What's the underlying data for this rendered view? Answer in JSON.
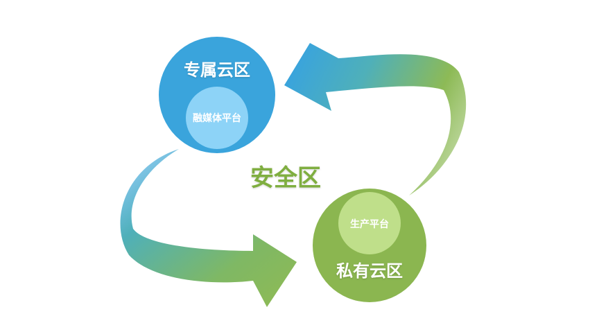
{
  "diagram": {
    "center_label": "安全区",
    "nodes": {
      "dedicated_cloud": {
        "label": "专属云区",
        "inner_label": "融媒体平台"
      },
      "private_cloud": {
        "label": "私有云区",
        "inner_label": "生产平台"
      }
    }
  },
  "colors": {
    "blue": "#3aa4dc",
    "blue_inner": "#8dd3f7",
    "green": "#8bb650",
    "green_inner": "#bfdf8a",
    "center_text": "#7fae3f",
    "arrow_blue": "#3aa4dc",
    "arrow_teal": "#4fb0b9",
    "arrow_green": "#8dba56"
  },
  "icons": {
    "top_arrow": "curved-arrow-left-icon",
    "bottom_arrow": "curved-arrow-right-icon"
  }
}
